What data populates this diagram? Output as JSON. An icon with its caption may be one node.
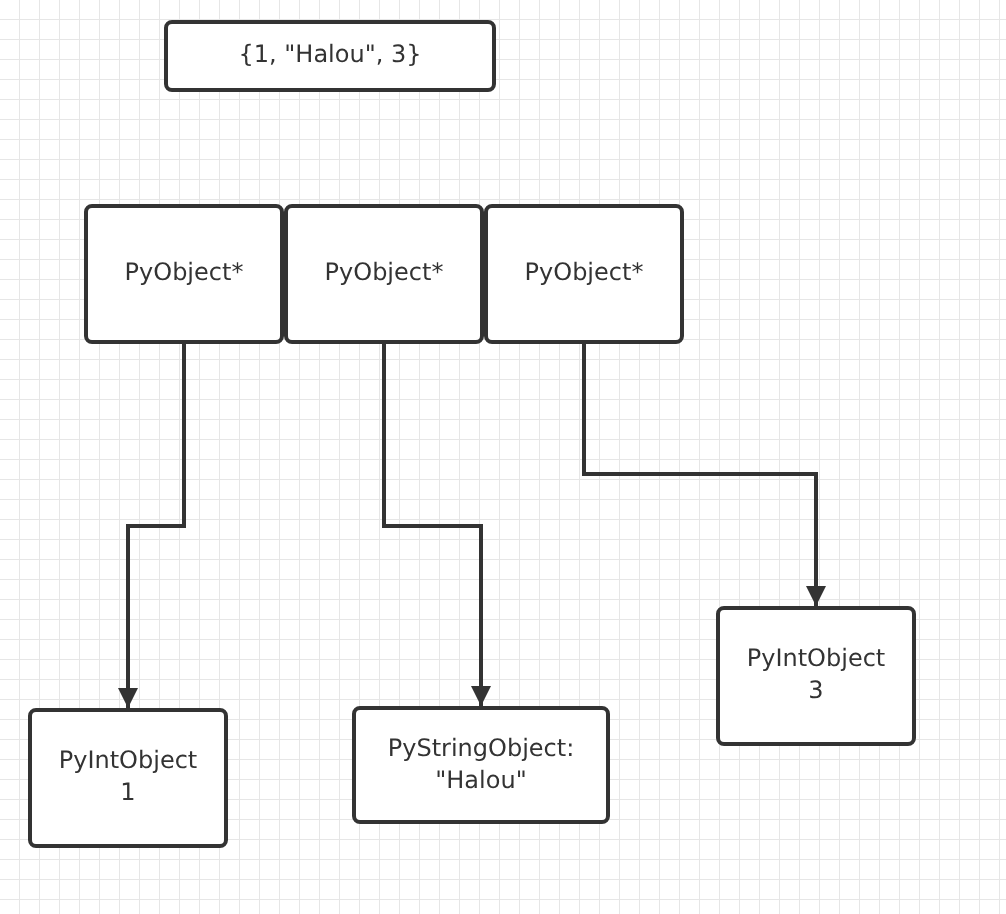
{
  "diagram": {
    "nodes": [
      {
        "text": [
          "{1, \"Halou\", 3}"
        ]
      },
      {
        "text": [
          "PyObject*"
        ]
      },
      {
        "text": [
          "PyObject*"
        ]
      },
      {
        "text": [
          "PyObject*"
        ]
      },
      {
        "text": [
          "PyIntObject 1"
        ]
      },
      {
        "text": [
          "PyStringObject: \"Halou\""
        ]
      },
      {
        "text": [
          "PyIntObject 3"
        ]
      }
    ],
    "edges": [
      {
        "from": 1,
        "to": 4,
        "arrow": "to"
      },
      {
        "from": 2,
        "to": 5,
        "arrow": "to"
      },
      {
        "from": 3,
        "to": 6,
        "arrow": "to"
      }
    ]
  }
}
